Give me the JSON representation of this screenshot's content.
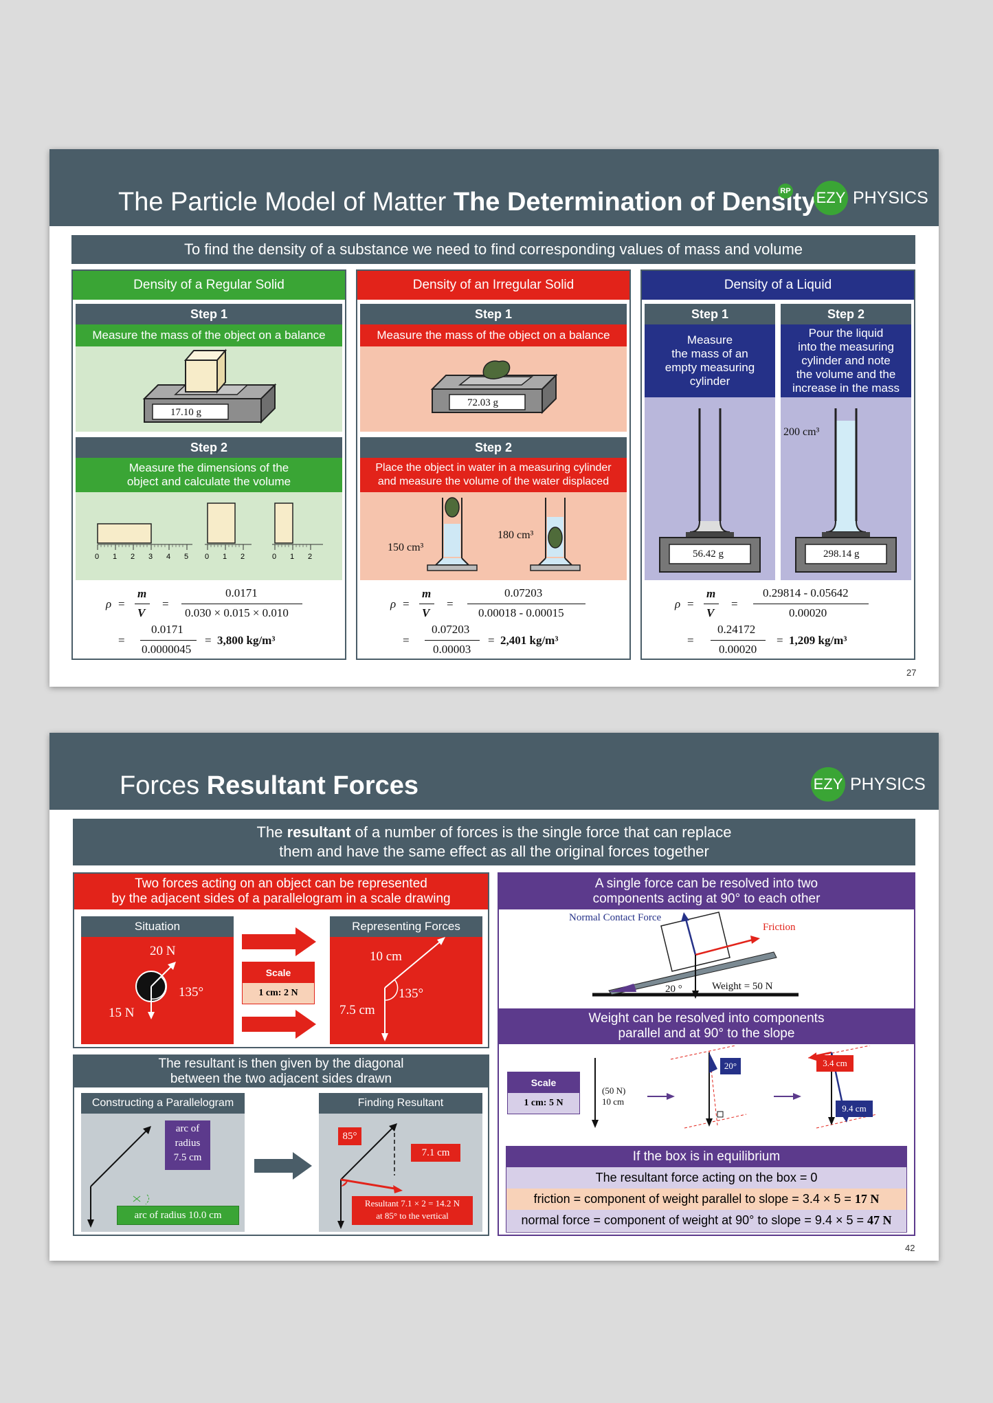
{
  "page1": {
    "title_light": "The Particle Model of Matter",
    "title_bold": "The Determination of Density",
    "rp_badge": "RP",
    "logo_ezy": "EZY",
    "logo_physics": "PHYSICS",
    "intro": "To find the density of a substance we need to find corresponding values of mass and volume",
    "page_number": "27",
    "regular": {
      "header": "Density of a Regular Solid",
      "step1": "Step 1",
      "step1_desc": "Measure the mass of the object on a balance",
      "reading": "17.10 g",
      "step2": "Step 2",
      "step2_desc_1": "Measure the dimensions of the",
      "step2_desc_2": "object and calculate the volume",
      "ruler1": [
        "0",
        "1",
        "2",
        "3",
        "4",
        "5"
      ],
      "ruler2": [
        "0",
        "1",
        "2"
      ],
      "ruler3": [
        "0",
        "1",
        "2"
      ],
      "rho": "ρ",
      "eq": "=",
      "m": "m",
      "v": "V",
      "num1": "0.0171",
      "den1": "0.030 × 0.015 × 0.010",
      "num2": "0.0171",
      "den2": "0.0000045",
      "result": "3,800 kg/m³"
    },
    "irregular": {
      "header": "Density of an Irregular Solid",
      "step1": "Step 1",
      "step1_desc": "Measure the mass of the object on a balance",
      "reading": "72.03 g",
      "step2": "Step 2",
      "step2_desc_1": "Place the object in water in a measuring cylinder",
      "step2_desc_2": "and measure the volume of the water displaced",
      "vol1": "150 cm³",
      "vol2": "180 cm³",
      "num1": "0.07203",
      "den1": "0.00018 - 0.00015",
      "num2": "0.07203",
      "den2": "0.00003",
      "result": "2,401 kg/m³"
    },
    "liquid": {
      "header": "Density of a Liquid",
      "step1": "Step 1",
      "step1_desc_1": "Measure",
      "step1_desc_2": "the mass of an",
      "step1_desc_3": "empty measuring",
      "step1_desc_4": "cylinder",
      "reading1": "56.42 g",
      "step2": "Step 2",
      "step2_desc_1": "Pour the liquid",
      "step2_desc_2": "into the measuring",
      "step2_desc_3": "cylinder and note",
      "step2_desc_4": "the volume and the",
      "step2_desc_5": "increase in the mass",
      "reading2": "298.14 g",
      "vol": "200 cm³",
      "num1": "0.29814 - 0.05642",
      "den1": "0.00020",
      "num2": "0.24172",
      "den2": "0.00020",
      "result": "1,209 kg/m³"
    }
  },
  "page2": {
    "title_light": "Forces",
    "title_bold": "Resultant Forces",
    "logo_ezy": "EZY",
    "logo_physics": "PHYSICS",
    "intro_1_pre": "The ",
    "intro_1_bold": "resultant",
    "intro_1_post": " of a number of forces is the single force that can replace",
    "intro_2": "them and have the same effect as all the original forces together",
    "page_number": "42",
    "parallelogram": {
      "header_1": "Two forces acting on an object can be represented",
      "header_2": "by the adjacent sides of a parallelogram in a scale drawing",
      "situation": "Situation",
      "representing": "Representing Forces",
      "f20": "20 N",
      "f15": "15 N",
      "angle": "135°",
      "scale": "Scale",
      "scale_val": "1 cm: 2 N",
      "l10": "10 cm",
      "l75": "7.5 cm"
    },
    "diagonal": {
      "header_1": "The resultant is then given by the diagonal",
      "header_2": "between the two adjacent sides drawn",
      "constructing": "Constructing a Parallelogram",
      "finding": "Finding Resultant",
      "arc1_1": "arc of",
      "arc1_2": "radius",
      "arc1_3": "7.5 cm",
      "arc2": "arc of radius 10.0 cm",
      "angle85": "85°",
      "len71": "7.1 cm",
      "result_1": "Resultant 7.1 × 2 = 14.2 N",
      "result_2": "at 85° to the vertical"
    },
    "resolve": {
      "header_1": "A single force can be resolved into two",
      "header_2": "components acting at 90° to each other",
      "normal": "Normal Contact Force",
      "friction": "Friction",
      "angle": "20 °",
      "weight": "Weight = 50 N"
    },
    "slope": {
      "header_1": "Weight can be resolved into components",
      "header_2": "parallel and at 90° to the slope",
      "scale": "Scale",
      "scale_val": "1 cm: 5 N",
      "w50": "(50 N)",
      "w10": "10 cm",
      "a20": "20°",
      "c34": "3.4 cm",
      "c94": "9.4 cm"
    },
    "equilibrium": {
      "header": "If the box is in equilibrium",
      "row1": "The resultant force acting on the box = 0",
      "row2_pre": "friction = component of weight parallel to slope = 3.4 × 5 = ",
      "row2_val": "17 N",
      "row3_pre": "normal force = component of weight at 90° to slope = 9.4 × 5 = ",
      "row3_val": "47 N"
    }
  },
  "colors": {
    "slate": "#4a5d68",
    "green": "#3aa535",
    "light_green": "#d4e8cc",
    "red": "#e2231a",
    "salmon": "#f6c4ad",
    "navy": "#253188",
    "lavender": "#b9b7db",
    "purple": "#5c3a8c",
    "light_purple": "#d7cfe8",
    "peach": "#f8d2b8",
    "grey": "#c5ccd1"
  }
}
